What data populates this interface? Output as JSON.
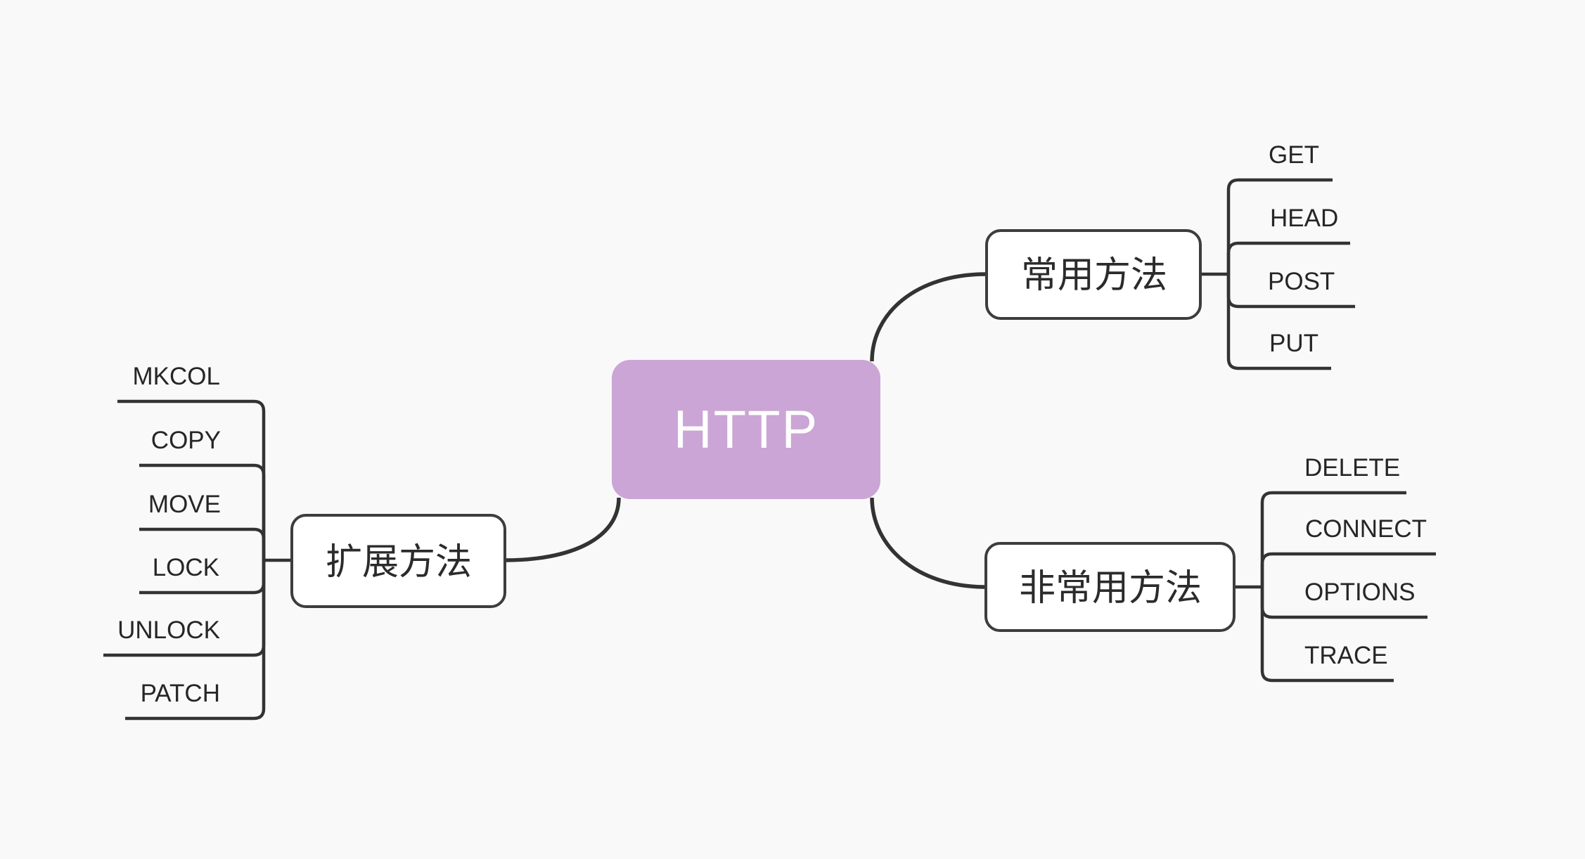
{
  "canvas": {
    "background": "#faf9f9",
    "line_color": "#333333",
    "branch_fill": "#ffffff",
    "branch_border": "#3d3d3d"
  },
  "root": {
    "label": "HTTP",
    "fill": "#cba5d5",
    "text_color": "#ffffff"
  },
  "branches": {
    "common": {
      "label": "常用方法",
      "children": {
        "get": "GET",
        "head": "HEAD",
        "post": "POST",
        "put": "PUT"
      }
    },
    "uncommon": {
      "label": "非常用方法",
      "children": {
        "delete": "DELETE",
        "connect": "CONNECT",
        "options": "OPTIONS",
        "trace": "TRACE"
      }
    },
    "extended": {
      "label": "扩展方法",
      "children": {
        "mkcol": "MKCOL",
        "copy": "COPY",
        "move": "MOVE",
        "lock": "LOCK",
        "unlock": "UNLOCK",
        "patch": "PATCH"
      }
    }
  }
}
